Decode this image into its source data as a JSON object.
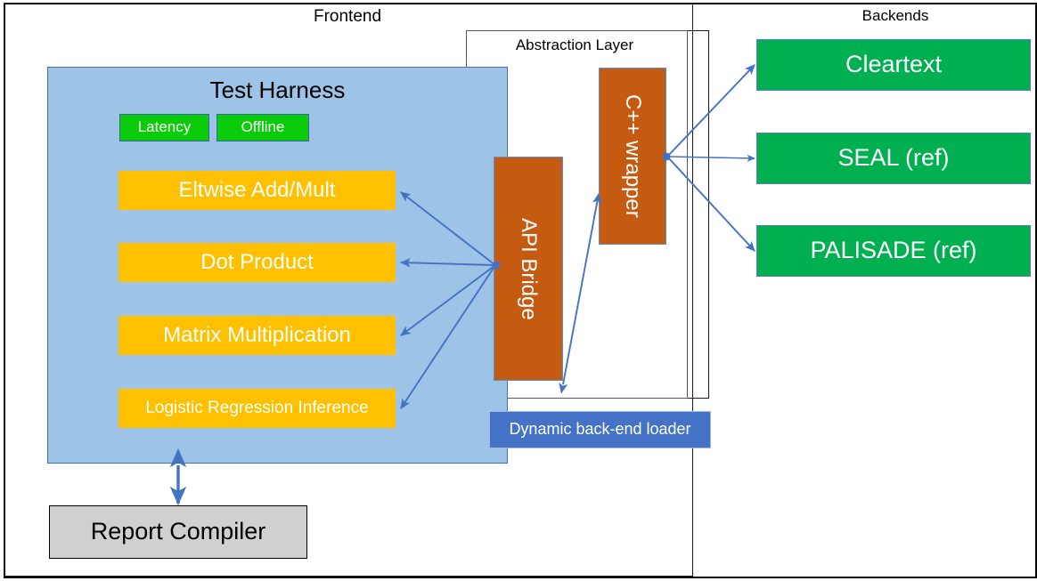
{
  "sections": {
    "frontend": {
      "label": "Frontend"
    },
    "abstraction": {
      "label": "Abstraction Layer"
    },
    "backends": {
      "label": "Backends"
    }
  },
  "test_harness": {
    "title": "Test Harness",
    "badges": [
      {
        "label": "Latency"
      },
      {
        "label": "Offline"
      }
    ],
    "operations": [
      {
        "label": "Eltwise Add/Mult"
      },
      {
        "label": "Dot Product"
      },
      {
        "label": "Matrix Multiplication"
      },
      {
        "label": "Logistic Regression Inference"
      }
    ]
  },
  "abstraction_layer": {
    "api_bridge": {
      "label": "API Bridge"
    },
    "cpp_wrapper": {
      "label": "C++ wrapper"
    }
  },
  "backends": {
    "items": [
      {
        "label": "Cleartext"
      },
      {
        "label": "SEAL (ref)"
      },
      {
        "label": "PALISADE (ref)"
      }
    ]
  },
  "loader": {
    "label": "Dynamic back-end loader"
  },
  "report_compiler": {
    "label": "Report Compiler"
  },
  "colors": {
    "harness_fill": "#9DC3E6",
    "harness_stroke": "#4472A8",
    "badge_fill": "#0ACC0A",
    "operation_fill": "#FFC000",
    "bridge_fill": "#C55A11",
    "backend_fill": "#00B050",
    "loader_fill": "#4472C4",
    "report_fill": "#D0D0D0",
    "arrow_stroke": "#4472C4",
    "frame_stroke": "#000000"
  }
}
